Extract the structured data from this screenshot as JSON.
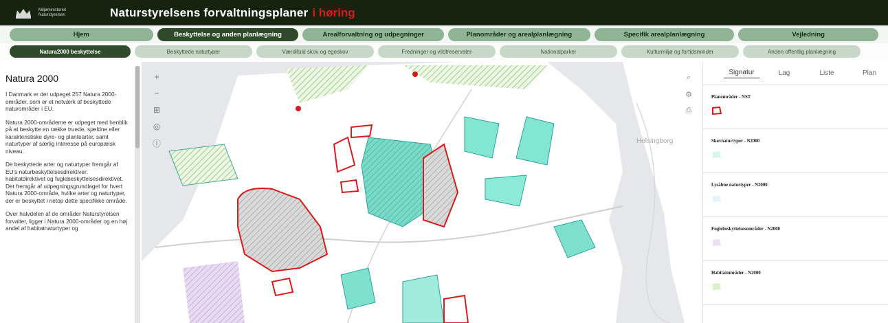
{
  "header": {
    "ministry_line1": "Miljøministeriet",
    "ministry_line2": "Naturstyrelsen",
    "title": "Naturstyrelsens forvaltningsplaner",
    "status": "i høring"
  },
  "nav_primary": [
    {
      "label": "Hjem",
      "active": false
    },
    {
      "label": "Beskyttelse og anden planlægning",
      "active": true
    },
    {
      "label": "Arealforvaltning og udpegninger",
      "active": false
    },
    {
      "label": "Planområder og arealplanlægning",
      "active": false
    },
    {
      "label": "Specifik arealplanlægning",
      "active": false
    },
    {
      "label": "Vejledning",
      "active": false
    }
  ],
  "nav_secondary": [
    {
      "label": "Natura2000 beskyttelse",
      "active": true
    },
    {
      "label": "Beskyttede naturtyper",
      "active": false
    },
    {
      "label": "Værdifuld skov og egeskov",
      "active": false
    },
    {
      "label": "Fredninger og vildtreservater",
      "active": false
    },
    {
      "label": "Nationalparker",
      "active": false
    },
    {
      "label": "Kulturmiljø og fortidsminder",
      "active": false
    },
    {
      "label": "Anden offentlig planlægning",
      "active": false
    }
  ],
  "sidebar": {
    "title": "Natura 2000",
    "paragraphs": [
      "I Danmark er der udpeget 257 Natura 2000-områder, som er et netværk af beskyttede naturområder i EU.",
      "Natura 2000-områderne er udpeget med henblik på at beskytte en række truede, sjældne eller karakteristiske dyre- og plantearter, samt naturtyper af særlig interesse på europæisk niveau.",
      "De beskyttede arter og naturtyper fremgår af EU's naturbeskyttelsesdirektiver: habitatdirektivet og fuglebeskyttelsesdirektivet. Det fremgår af udpegningsgrundlaget for hvert Natura 2000-område, hvilke arter og naturtyper, der er beskyttet i netop dette specifikke område.",
      "Over halvdelen af de områder Naturstyrelsen forvalter, ligger i Natura 2000-områder og en høj andel af habitatnaturtyper og"
    ]
  },
  "map": {
    "place_label": "Helsingborg",
    "controls_left": [
      "zoom-in",
      "zoom-out",
      "layers",
      "locate",
      "info"
    ],
    "controls_right": [
      "search",
      "gear",
      "print"
    ]
  },
  "right_panel": {
    "tabs": [
      {
        "label": "Signatur",
        "active": true
      },
      {
        "label": "Lag",
        "active": false
      },
      {
        "label": "Liste",
        "active": false
      },
      {
        "label": "Plan",
        "active": false
      }
    ],
    "legend": [
      {
        "label": "Planområder - NST",
        "color": "#d81c1c"
      },
      {
        "label": "Skovnaturtyper - N2000",
        "color": "#6fe0c8"
      },
      {
        "label": "Lysåbne naturtyper - N2000",
        "color": "#9fe3f2"
      },
      {
        "label": "Fuglebeskyttelsesområder - N2000",
        "color": "#dcc7ec"
      },
      {
        "label": "Habitatområder - N2000",
        "color": "#b6e7a5"
      }
    ]
  },
  "colors": {
    "topbar": "#16240f",
    "nav_active": "#2e4a2a",
    "nav_tab": "#8fb496",
    "planomraade": "#d81c1c",
    "skov": "#3fd0b2"
  }
}
